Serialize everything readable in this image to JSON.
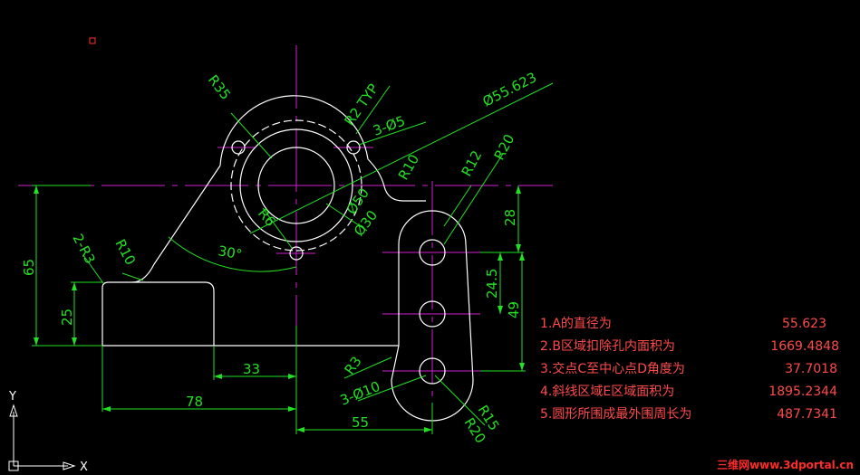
{
  "colors": {
    "background": "#000000",
    "outline": "#ffffff",
    "dimension": "#22e022",
    "centerline": "#d020d0",
    "results": "#ff4a4a",
    "watermark": "#ff2b2b"
  },
  "dimensions": {
    "r35": "R35",
    "r2_typ": "R2 TYP",
    "holes_5": "3-Ø5",
    "dia_55_623": "Ø55.623",
    "r10_top": "R10",
    "dia_50": "Ø50",
    "dia_30": "Ø30",
    "r6": "R6",
    "angle_30": "30°",
    "r12": "R12",
    "r20_top": "R20",
    "d28": "28",
    "d24_5": "24.5",
    "d49": "49",
    "d65": "65",
    "d25": "25",
    "r3_2": "2-R3",
    "r10_left": "R10",
    "d33": "33",
    "d78": "78",
    "r3": "R3",
    "holes_10": "3-Ø10",
    "d55": "55",
    "r15": "R15",
    "r20_bottom": "R20"
  },
  "results": [
    {
      "label": "1.A的直径为",
      "value": "55.623"
    },
    {
      "label": "2.B区域扣除孔内面积为",
      "value": "1669.4848"
    },
    {
      "label": "3.交点C至中心点D角度为",
      "value": "37.7018"
    },
    {
      "label": "4.斜线区域E区域面积为",
      "value": "1895.2344"
    },
    {
      "label": "5.圆形所围成最外围周长为",
      "value": "487.7341"
    }
  ],
  "ucs": {
    "x_axis": "X",
    "y_axis": "Y"
  },
  "watermark": "三维网www.3dportal.cn"
}
